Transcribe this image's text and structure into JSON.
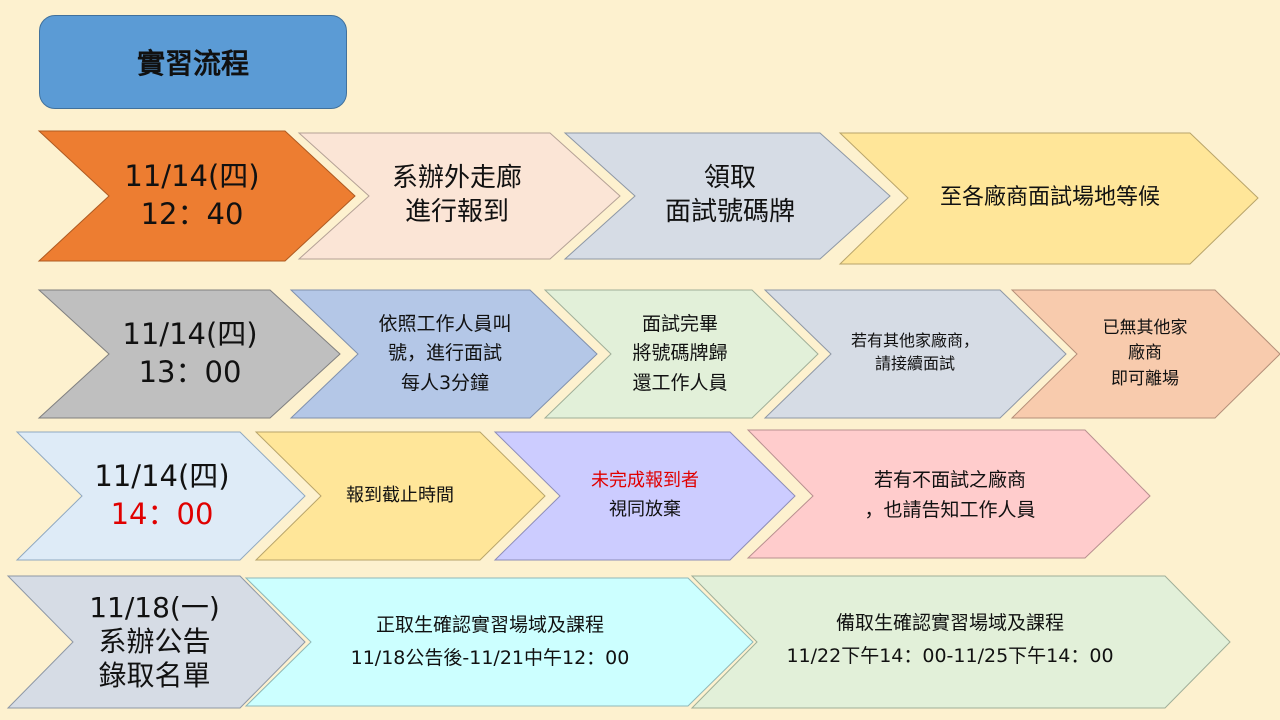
{
  "title": "實習流程",
  "colors": {
    "orange": "#ed7d31",
    "peach": "#fbe5d6",
    "lavender": "#d6dce5",
    "yellow": "#ffe699",
    "gray": "#bfbfbf",
    "blue": "#b4c7e7",
    "green": "#e2f0d9",
    "salmon": "#f8cbad",
    "lightblue": "#deebf7",
    "purple": "#ccccff",
    "pink": "#ffcccc",
    "cyan": "#ccffff",
    "red_text": "#e00000"
  },
  "rows": [
    {
      "steps": [
        {
          "lines": [
            "11/14(四)",
            "12：40"
          ]
        },
        {
          "lines": [
            "系辦外走廊",
            "進行報到"
          ]
        },
        {
          "lines": [
            "領取",
            "面試號碼牌"
          ]
        },
        {
          "lines": [
            "至各廠商面試場地等候"
          ]
        }
      ]
    },
    {
      "steps": [
        {
          "lines": [
            "11/14(四)",
            "13：00"
          ]
        },
        {
          "lines": [
            "依照工作人員叫",
            "號，進行面試",
            "每人3分鐘"
          ]
        },
        {
          "lines": [
            "面試完畢",
            "將號碼牌歸",
            "還工作人員"
          ]
        },
        {
          "lines": [
            "若有其他家廠商，",
            "請接續面試"
          ]
        },
        {
          "lines": [
            "已無其他家",
            "廠商",
            "即可離場"
          ]
        }
      ]
    },
    {
      "steps": [
        {
          "lines": [
            "11/14(四)",
            "14：00"
          ]
        },
        {
          "lines": [
            "報到截止時間"
          ]
        },
        {
          "lines": [
            "未完成報到者",
            "視同放棄"
          ]
        },
        {
          "lines": [
            "若有不面試之廠商",
            "，也請告知工作人員"
          ]
        }
      ]
    },
    {
      "steps": [
        {
          "lines": [
            "11/18(一)",
            "系辦公告",
            "錄取名單"
          ]
        },
        {
          "lines": [
            "正取生確認實習場域及課程",
            "11/18公告後-11/21中午12：00"
          ]
        },
        {
          "lines": [
            "備取生確認實習場域及課程",
            "11/22下午14：00-11/25下午14：00"
          ]
        }
      ]
    }
  ]
}
